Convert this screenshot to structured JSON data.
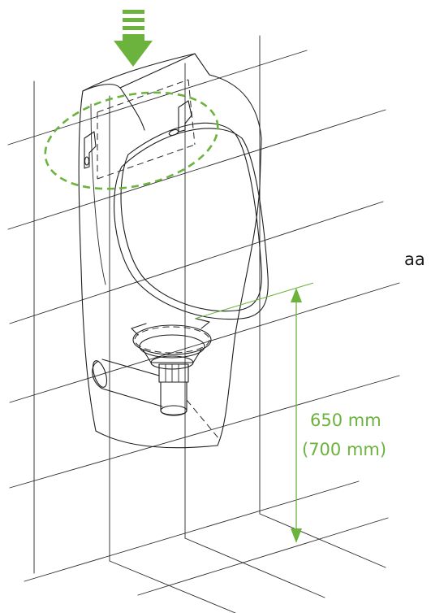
{
  "labels": {
    "view_marker": "aa",
    "height_main": "650 mm",
    "height_alt": "(700 mm)"
  },
  "colors": {
    "accent": "#6cb33e",
    "line": "#1e1e1e",
    "background": "#ffffff"
  }
}
